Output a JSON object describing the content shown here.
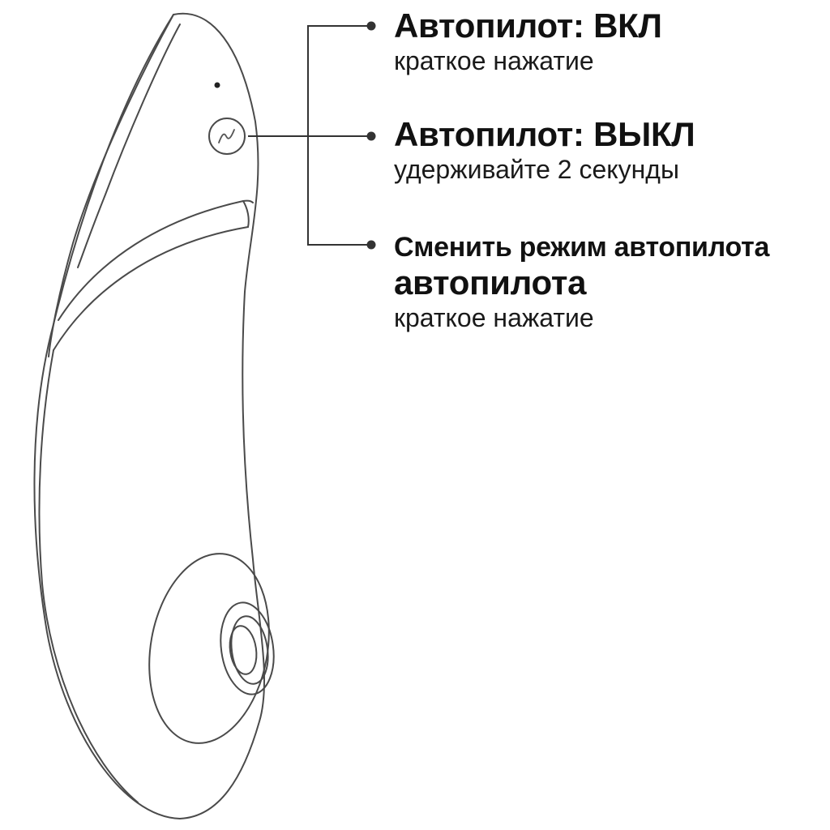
{
  "annotations": {
    "autopilot_on": {
      "title": "Автопилот: ВКЛ",
      "subtitle": "краткое нажатие"
    },
    "autopilot_off": {
      "title": "Автопилот: ВЫКЛ",
      "subtitle": "удерживайте 2 секунды"
    },
    "change_mode": {
      "title_line1": "Сменить режим автопилота",
      "title_line2": "автопилота",
      "subtitle": "краткое нажатие"
    }
  },
  "colors": {
    "background": "#ffffff",
    "line": "#444444",
    "text": "#111111"
  },
  "icons": {
    "button": "wave-icon",
    "indicator": "led-dot"
  }
}
